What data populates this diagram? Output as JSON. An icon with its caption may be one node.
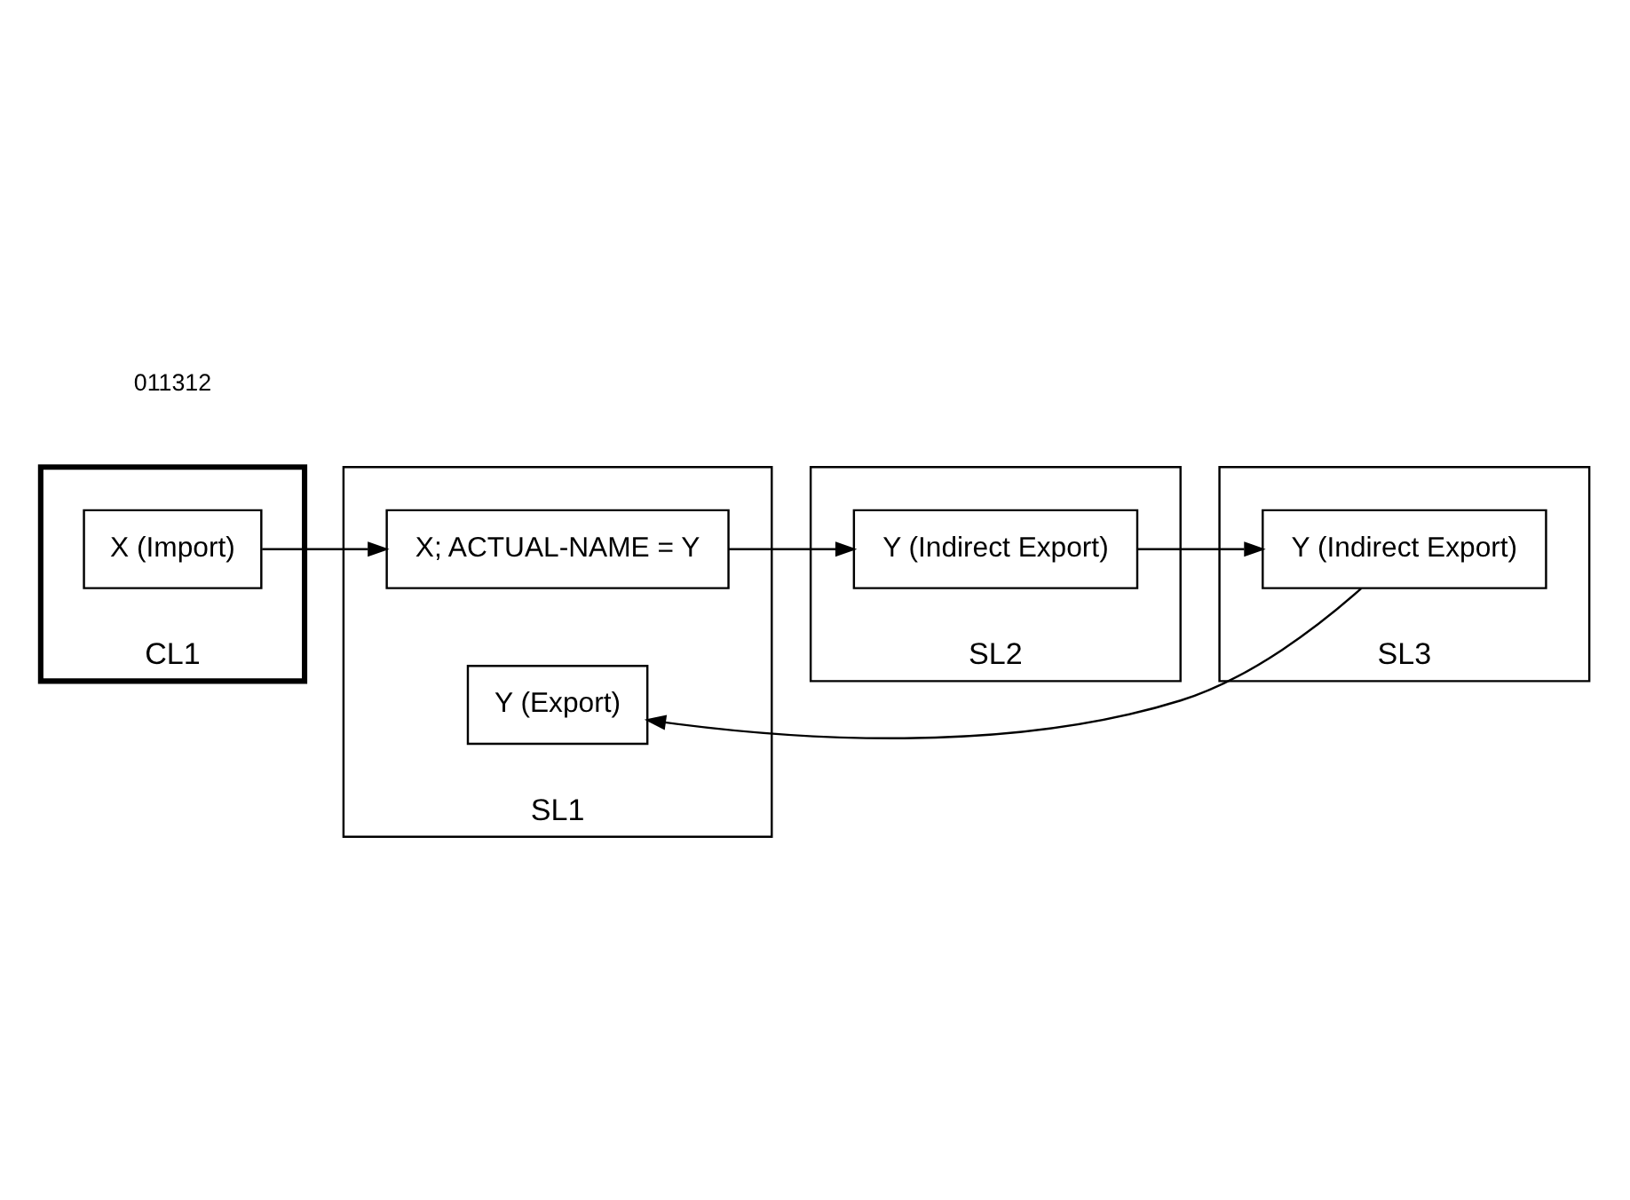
{
  "diagram": {
    "nodes": [
      {
        "text": [
          "CL1"
        ]
      },
      {
        "text": [
          "X (Import)"
        ],
        "in": 0
      },
      {
        "text": [
          "SL1"
        ]
      },
      {
        "text": [
          "X; ACTUAL-NAME = Y"
        ],
        "in": 2
      },
      {
        "text": [
          "Y (Export)"
        ],
        "in": 2
      },
      {
        "text": [
          "SL2"
        ]
      },
      {
        "text": [
          "Y (Indirect Export)"
        ],
        "in": 5
      },
      {
        "text": [
          "SL3"
        ]
      },
      {
        "text": [
          "Y (Indirect Export)"
        ],
        "in": 7
      }
    ],
    "edges": [
      {
        "from": 1,
        "to": 3,
        "arrow": "to"
      },
      {
        "from": 3,
        "to": 6,
        "arrow": "to"
      },
      {
        "from": 6,
        "to": 8,
        "arrow": "to"
      },
      {
        "from": 8,
        "to": 4,
        "arrow": "to"
      }
    ],
    "labels": [
      "011312"
    ]
  }
}
